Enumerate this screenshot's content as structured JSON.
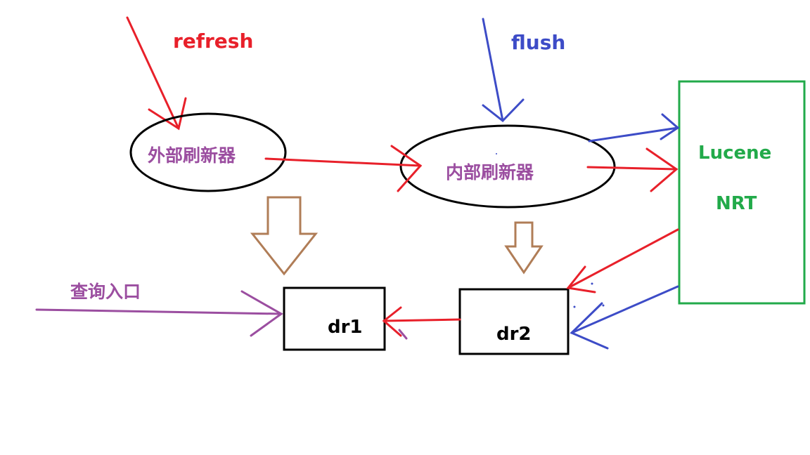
{
  "labels": {
    "refresh": "refresh",
    "flush": "flush",
    "external_refresher": "外部刷新器",
    "internal_refresher": "内部刷新器",
    "lucene": "Lucene",
    "nrt": "NRT",
    "query_entry": "查询入口",
    "dr1": "dr1",
    "dr2": "dr2"
  },
  "colors": {
    "red": "#e8202a",
    "blue": "#3d4cc7",
    "purple": "#9b4ea0",
    "green": "#22aa4a",
    "brown": "#b07d57",
    "black": "#000000"
  }
}
